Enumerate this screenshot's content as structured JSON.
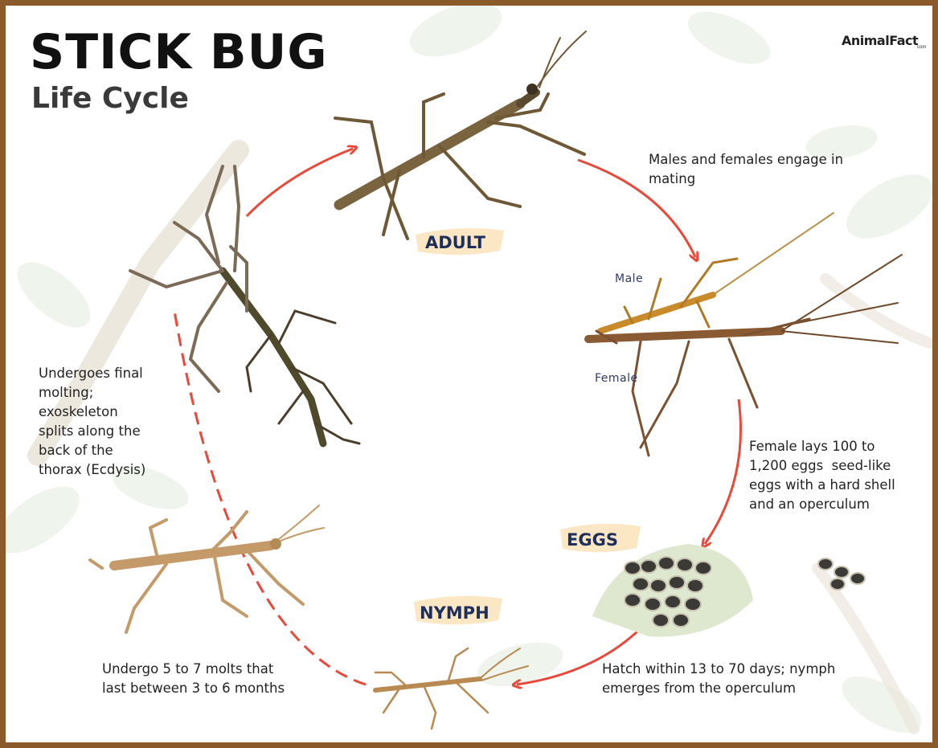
{
  "title": "STICK BUG",
  "subtitle": "Life Cycle",
  "logo": "AnimalFact",
  "logo_sub": "com",
  "stages": {
    "adult": "ADULT",
    "eggs": "EGGS",
    "nymph": "NYMPH"
  },
  "labels": {
    "male": "Male",
    "female": "Female"
  },
  "notes": {
    "mating": [
      "Males and females engage in",
      "mating"
    ],
    "eggs": [
      "Female lays 100 to",
      "1,200 eggs  seed-like",
      "eggs with a hard shell",
      "and an operculum"
    ],
    "hatch": [
      "Hatch within 13 to 70 days; nymph",
      "emerges from the operculum"
    ],
    "molts": [
      "Undergo 5 to 7 molts that",
      "last between 3 to 6 months"
    ],
    "final_molt": [
      "Undergoes final",
      "molting;",
      "exoskeleton",
      "splits along the",
      "back of the",
      "thorax (Ecdysis)"
    ]
  },
  "colors": {
    "frame": "#8a5a2b",
    "arrow": "#e8493a",
    "stage_text": "#1f2f5c",
    "stage_highlight": "#fbe7c4"
  }
}
